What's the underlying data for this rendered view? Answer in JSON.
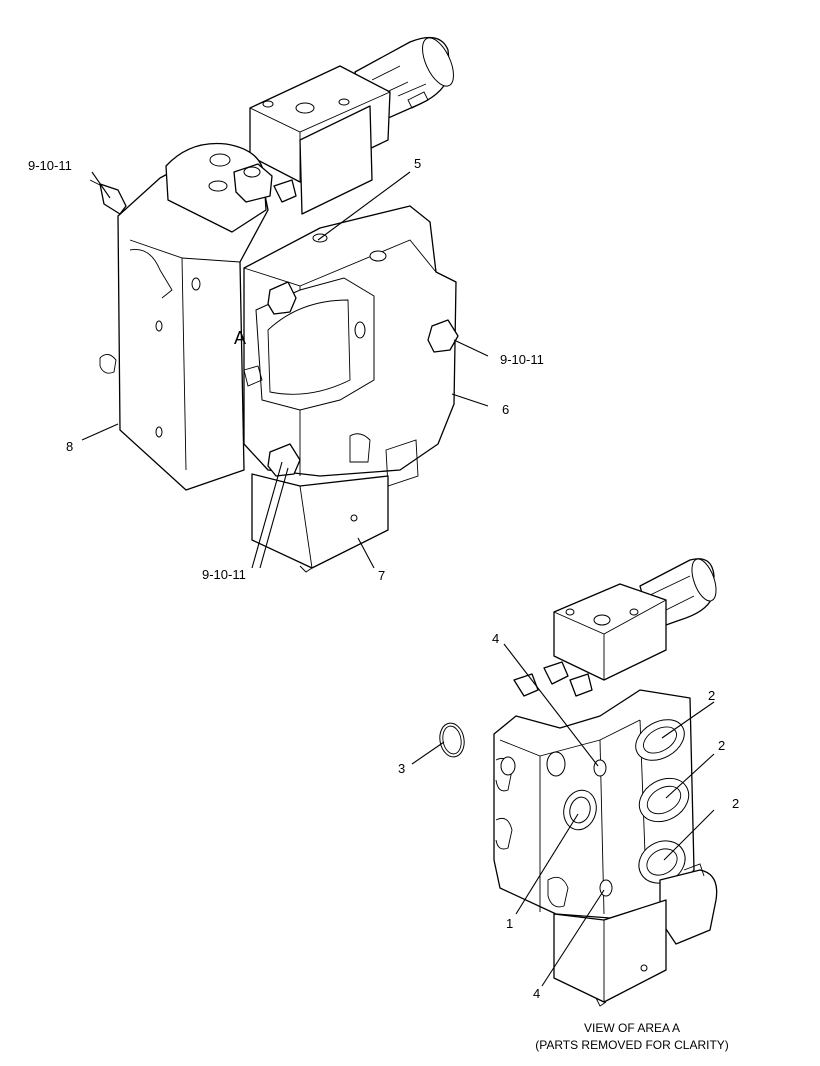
{
  "callouts": {
    "top_9_10_11_left": "9-10-11",
    "top_5": "5",
    "top_9_10_11_right": "9-10-11",
    "top_6": "6",
    "top_8": "8",
    "top_A": "A",
    "top_9_10_11_bottom": "9-10-11",
    "top_7": "7",
    "view_4_top": "4",
    "view_2_a": "2",
    "view_2_b": "2",
    "view_2_c": "2",
    "view_3": "3",
    "view_1": "1",
    "view_4_bottom": "4"
  },
  "caption": {
    "line1": "VIEW OF AREA  A",
    "line2": "(PARTS REMOVED FOR CLARITY)"
  }
}
